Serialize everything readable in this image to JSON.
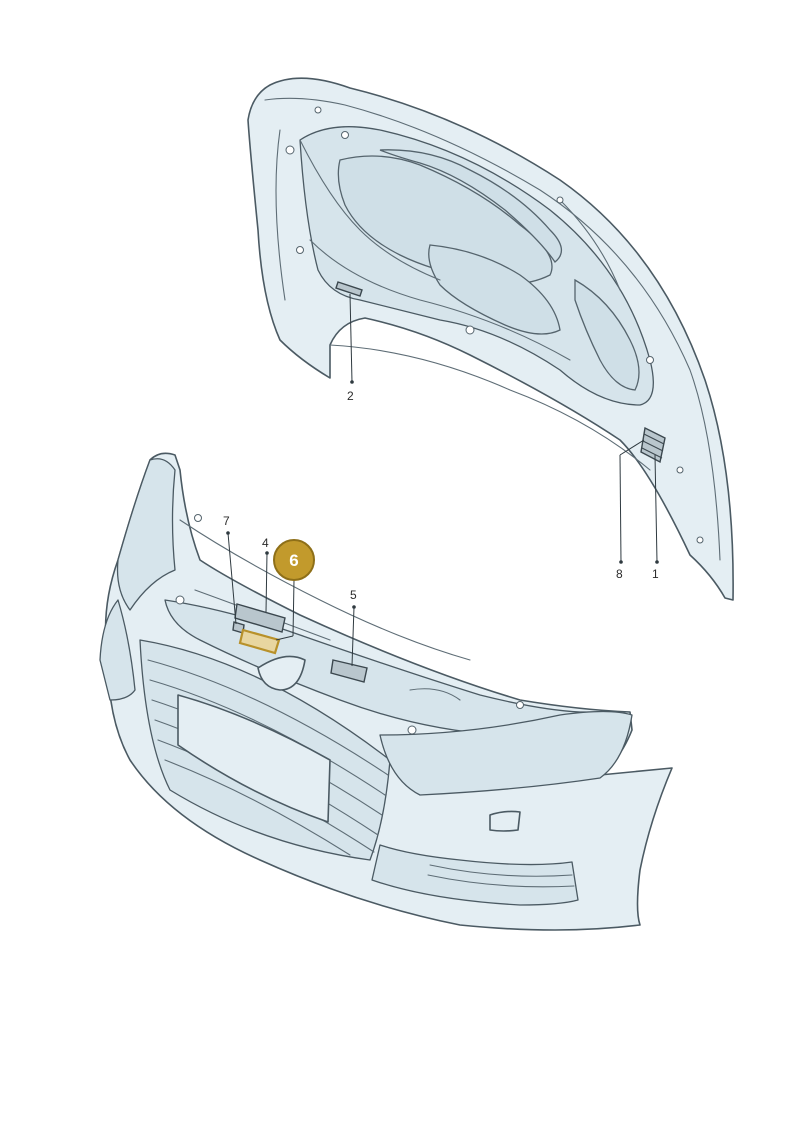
{
  "callouts": {
    "c1": "1",
    "c2": "2",
    "c4": "4",
    "c5": "5",
    "c6": "6",
    "c7": "7",
    "c8": "8"
  },
  "colors": {
    "highlight": "#c29a2c",
    "line": "#4b5a63",
    "part_fill": "#e4eef3"
  }
}
